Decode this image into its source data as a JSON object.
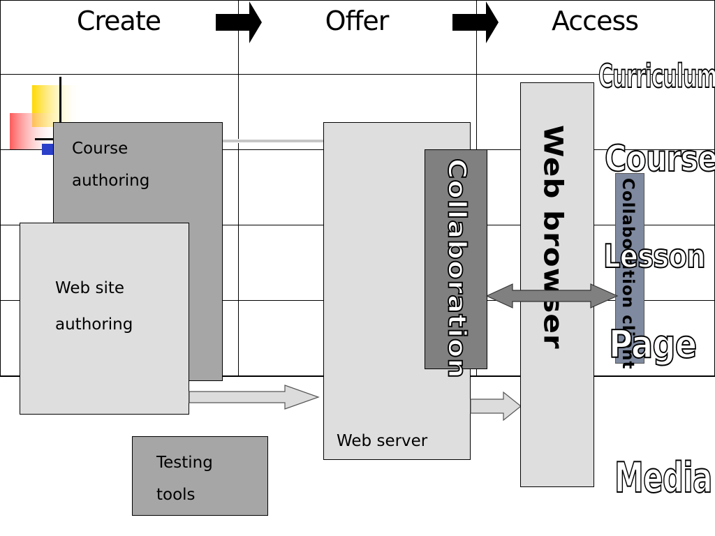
{
  "columns": {
    "create": "Create",
    "offer": "Offer",
    "access": "Access"
  },
  "boxes": {
    "course_authoring": [
      "Course",
      "authoring"
    ],
    "web_site_authoring": [
      "Web site",
      "authoring"
    ],
    "testing_tools": [
      "Testing",
      "tools"
    ],
    "web_server": "Web server",
    "collaboration": "Collaboration",
    "web_browser": "Web browser",
    "collaboration_client": "Collaboration client"
  },
  "hierarchy": {
    "curriculum": "Curriculum",
    "course": "Course",
    "lesson": "Lesson",
    "page": "Page",
    "media": "Media"
  },
  "colors": {
    "dark_box": "#a6a6a6",
    "light_box": "#dedede",
    "collaboration": "#808080",
    "client": "#7f8aa0",
    "arrow": "#808080",
    "accent_yellow": "#ffd700",
    "accent_red": "#ff6a6a",
    "accent_blue": "#2b3fc8"
  }
}
